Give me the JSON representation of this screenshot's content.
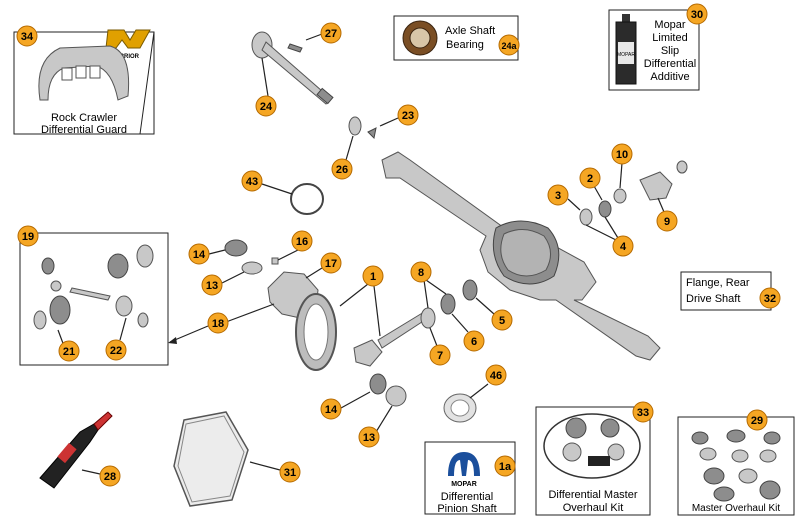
{
  "colors": {
    "bubble": "#f5a623",
    "bubble_stroke": "#b56a00",
    "part": "#c8c8c8",
    "leader": "#222222"
  },
  "logos": {
    "warrior": "WARRIOR",
    "mopar_fluid": "MOPAR",
    "mopar_badge": "MOPAR"
  },
  "callouts": {
    "c1": "1",
    "c1a": "1a",
    "c2": "2",
    "c3": "3",
    "c4": "4",
    "c5": "5",
    "c6": "6",
    "c7": "7",
    "c8": "8",
    "c9": "9",
    "c10": "10",
    "c13a": "13",
    "c13b": "13",
    "c14a": "14",
    "c14b": "14",
    "c16": "16",
    "c17": "17",
    "c18": "18",
    "c19": "19",
    "c21": "21",
    "c22": "22",
    "c23": "23",
    "c24": "24",
    "c24a": "24a",
    "c26": "26",
    "c27": "27",
    "c28": "28",
    "c29": "29",
    "c30": "30",
    "c31": "31",
    "c32": "32",
    "c33": "33",
    "c34": "34",
    "c43": "43",
    "c46": "46"
  },
  "labels": {
    "rock_crawler_1": "Rock Crawler",
    "rock_crawler_2": "Differential Guard",
    "axle_bearing_1": "Axle Shaft",
    "axle_bearing_2": "Bearing",
    "mopar_1": "Mopar",
    "mopar_2": "Limited",
    "mopar_3": "Slip",
    "mopar_4": "Differential",
    "mopar_5": "Additive",
    "flange_1": "Flange, Rear",
    "flange_2": "Drive Shaft",
    "pinion_1": "Differential",
    "pinion_2": "Pinion Shaft",
    "master_1": "Differential Master",
    "master_2": "Overhaul Kit",
    "master_kit": "Master Overhaul Kit"
  }
}
